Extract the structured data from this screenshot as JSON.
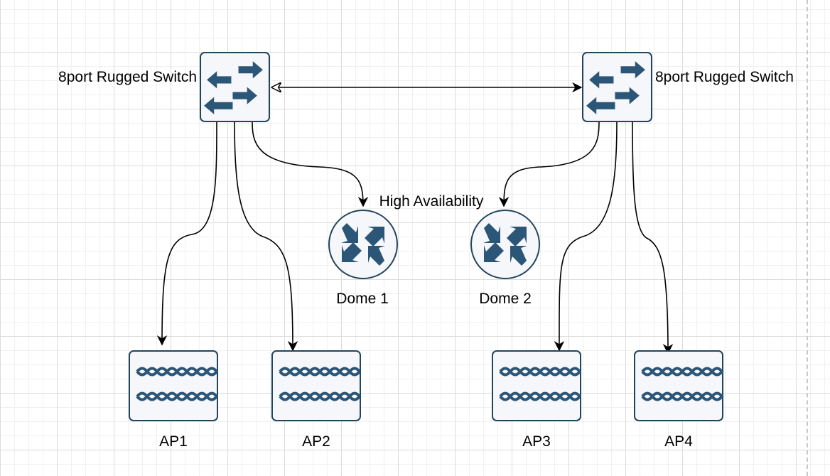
{
  "diagram": {
    "nodes": {
      "switch_left": {
        "label": "8port Rugged Switch",
        "icon": "switch-icon"
      },
      "switch_right": {
        "label": "8port Rugged Switch",
        "icon": "switch-icon"
      },
      "dome1": {
        "label": "Dome 1",
        "icon": "router-icon"
      },
      "dome2": {
        "label": "Dome 2",
        "icon": "router-icon"
      },
      "ap1": {
        "label": "AP1",
        "icon": "patch-panel-icon"
      },
      "ap2": {
        "label": "AP2",
        "icon": "patch-panel-icon"
      },
      "ap3": {
        "label": "AP3",
        "icon": "patch-panel-icon"
      },
      "ap4": {
        "label": "AP4",
        "icon": "patch-panel-icon"
      }
    },
    "annotation": "High Availability",
    "edges": [
      {
        "from": "switch_left",
        "to": "switch_right",
        "arrow": "both"
      },
      {
        "from": "switch_left",
        "to": "dome1",
        "arrow": "end"
      },
      {
        "from": "switch_right",
        "to": "dome2",
        "arrow": "end"
      },
      {
        "from": "switch_left",
        "to": "ap1",
        "arrow": "end"
      },
      {
        "from": "switch_left",
        "to": "ap2",
        "arrow": "end"
      },
      {
        "from": "switch_right",
        "to": "ap3",
        "arrow": "end"
      },
      {
        "from": "switch_right",
        "to": "ap4",
        "arrow": "end"
      }
    ],
    "colors": {
      "icon_fill": "#f5f7fa",
      "icon_stroke": "#23445d",
      "icon_glyph": "#2c5677",
      "line": "#000000",
      "grid_major": "#dcdcdc",
      "grid_minor": "#f0f0f0"
    }
  }
}
